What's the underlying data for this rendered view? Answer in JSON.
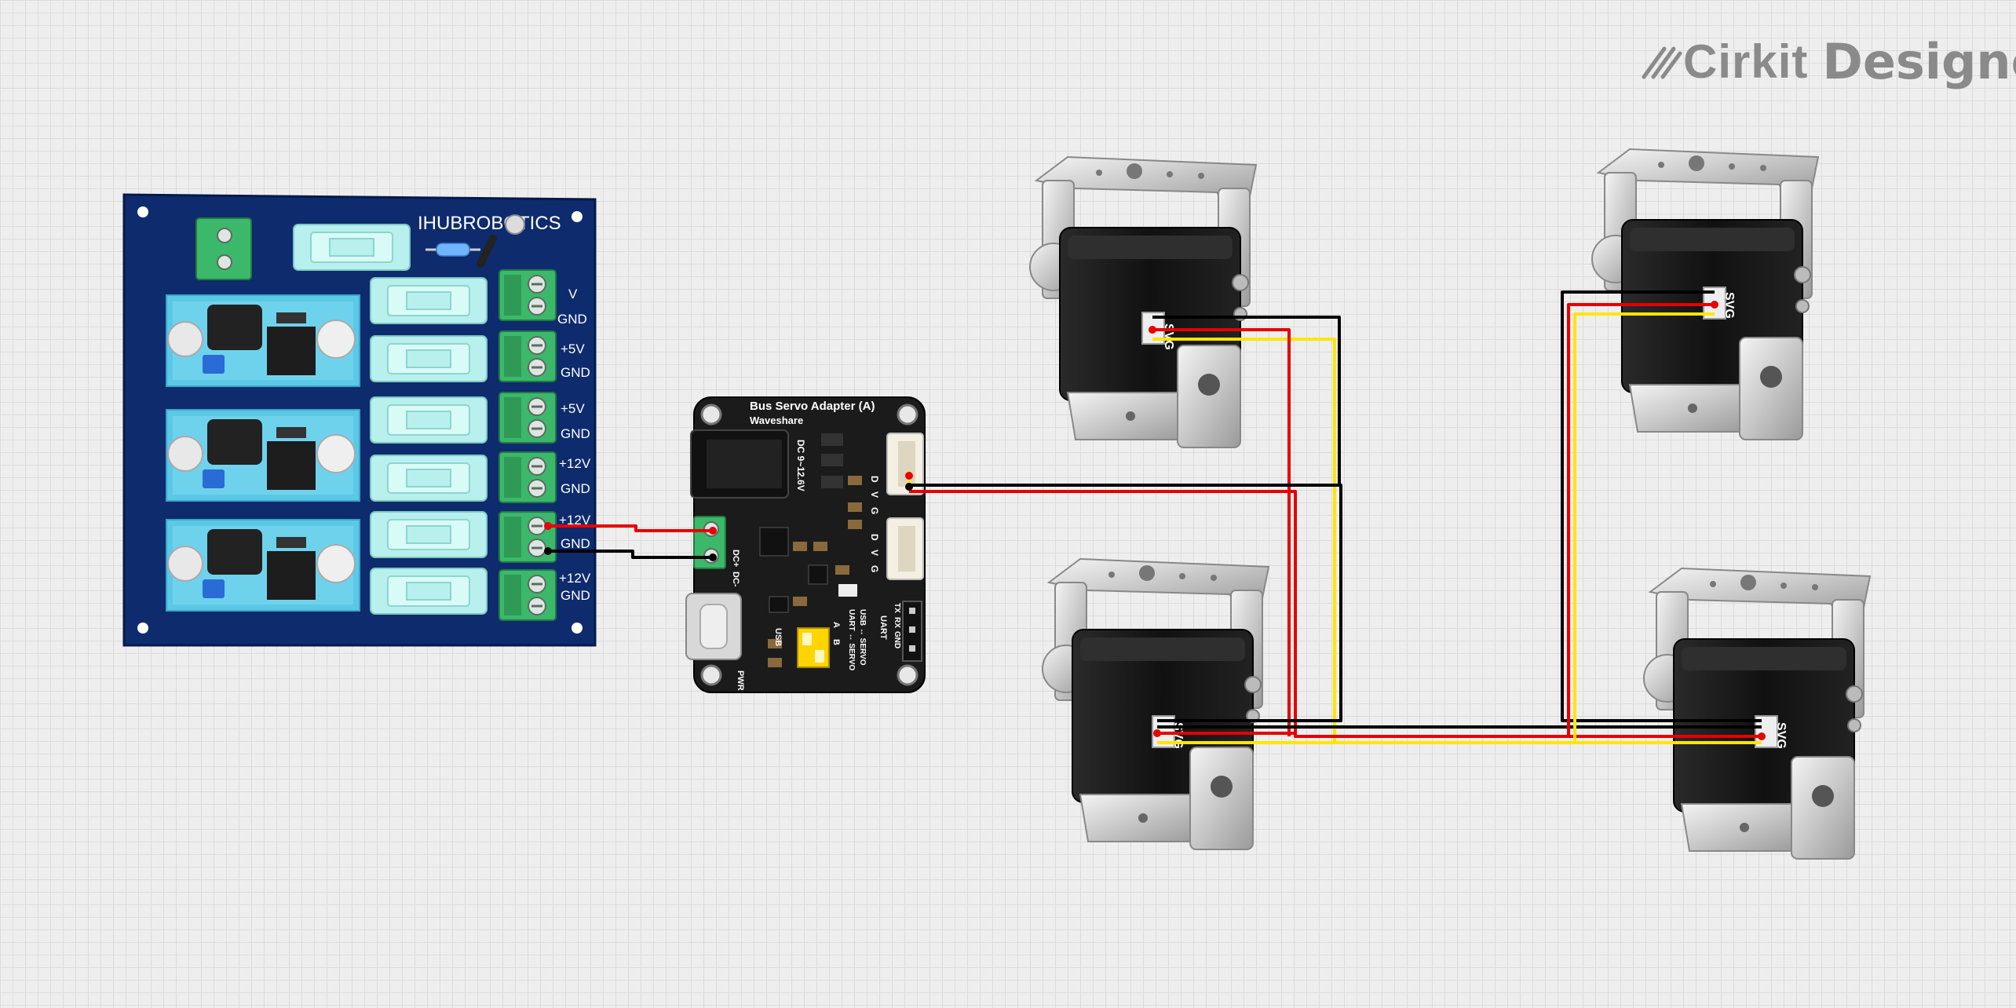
{
  "app": {
    "brand": "Cirkit",
    "product": "Designer"
  },
  "power_board": {
    "title": "IHUBROBOTICS",
    "terminal_labels": [
      "V",
      "GND",
      "+5V",
      "GND",
      "+5V",
      "GND",
      "+12V",
      "GND",
      "+12V",
      "GND",
      "+12V",
      "GND"
    ]
  },
  "adapter": {
    "title": "Bus Servo Adapter (A)",
    "subtitle": "Waveshare",
    "dc_label": "DC 9~12.6V",
    "terminal_plus": "DC+",
    "terminal_minus": "DC-",
    "port_pins": [
      "D",
      "V",
      "G"
    ],
    "uart_pins": [
      "TX",
      "RX",
      "GND"
    ],
    "uart_label": "UART",
    "usb_label": "USB",
    "pwr_label": "PWR",
    "switch_a": "A",
    "switch_b": "B",
    "mode_a": "UART ↔ SERVO",
    "mode_b": "USB ↔ SERVO"
  },
  "servos": [
    {
      "label": "SVG"
    },
    {
      "label": "SVG"
    },
    {
      "label": "SVG"
    },
    {
      "label": "SVG"
    }
  ],
  "wire_colors": {
    "signal": "#ffe600",
    "power": "#e60000",
    "ground": "#000000"
  }
}
